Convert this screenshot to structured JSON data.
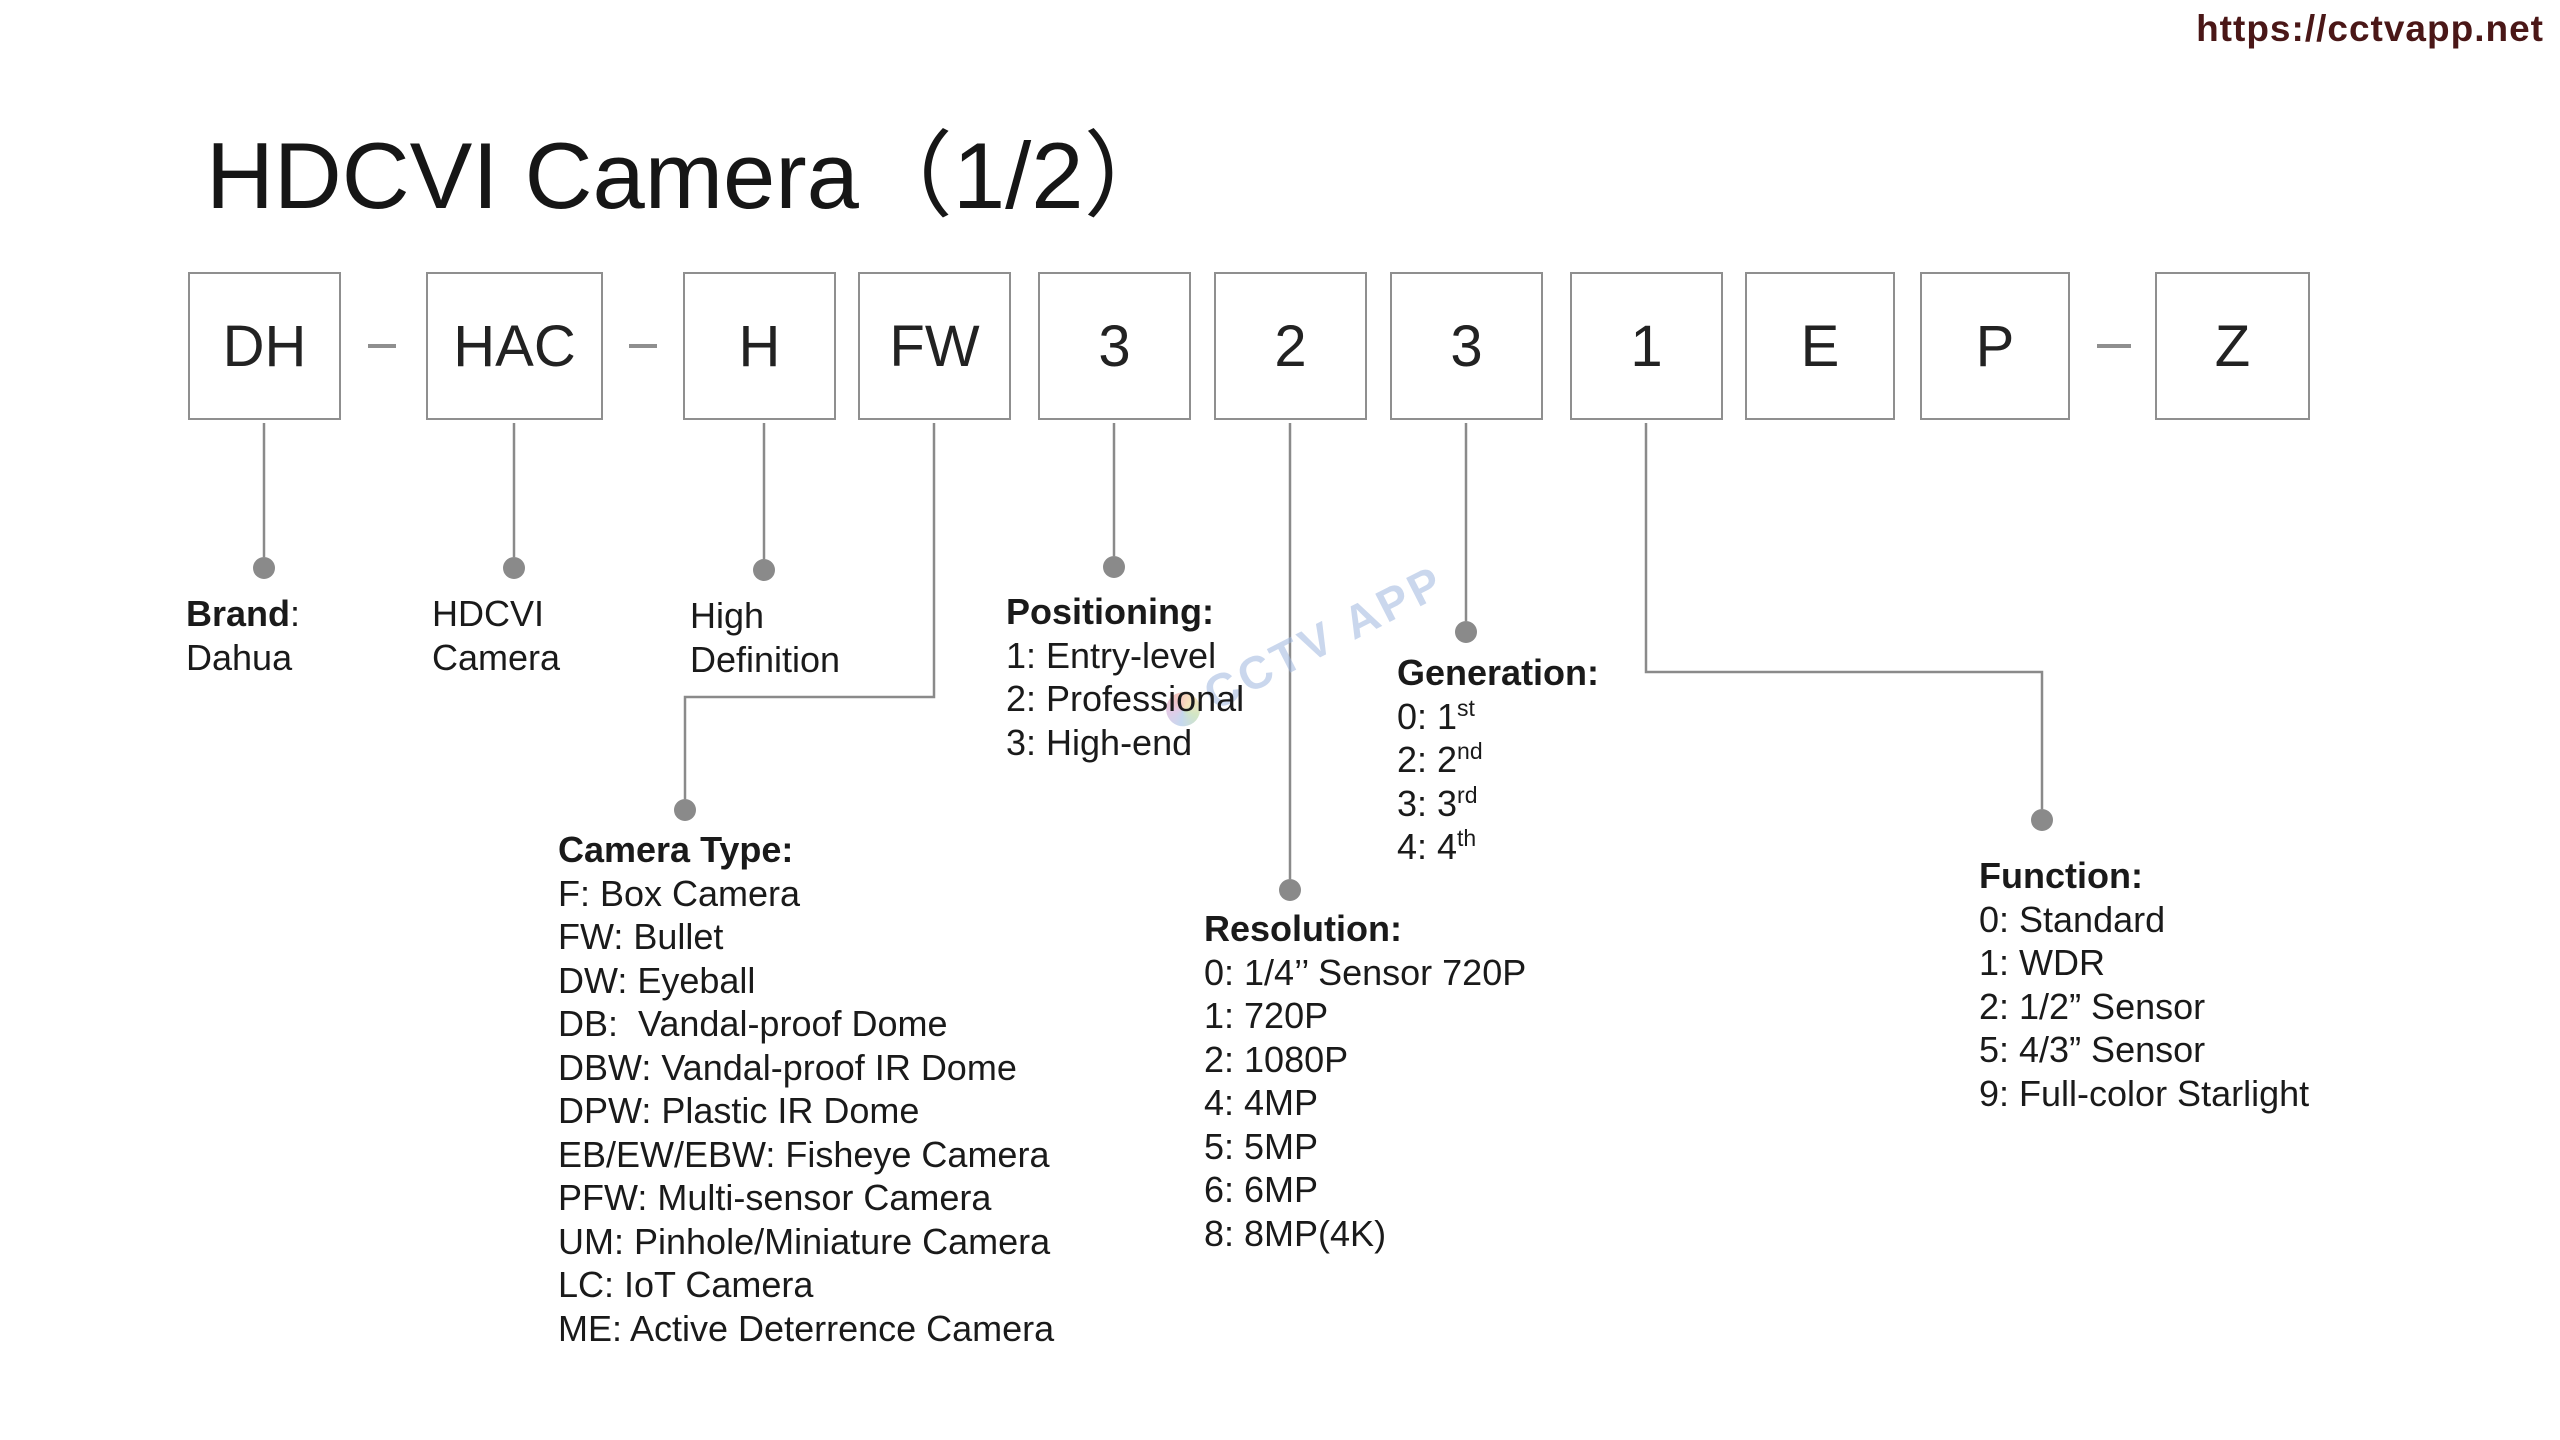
{
  "page": {
    "url": "https://cctvapp.net",
    "title": "HDCVI Camera（1/2）",
    "watermark": "CCTV APP"
  },
  "colors": {
    "box_border": "#8f8f8f",
    "connector": "#8a8a8a",
    "url_text": "#4a1717",
    "body_text": "#1a1a1a",
    "watermark_text": "#9eb7de"
  },
  "code_boxes": [
    {
      "label": "DH"
    },
    {
      "label": "HAC"
    },
    {
      "label": "H"
    },
    {
      "label": "FW"
    },
    {
      "label": "3"
    },
    {
      "label": "2"
    },
    {
      "label": "3"
    },
    {
      "label": "1"
    },
    {
      "label": "E"
    },
    {
      "label": "P"
    },
    {
      "label": "Z"
    }
  ],
  "blocks": {
    "brand": {
      "heading_bold": "Brand",
      "heading_rest": ":",
      "value": "Dahua"
    },
    "hdcvi": {
      "line1": "HDCVI",
      "line2": "Camera"
    },
    "high_definition": {
      "line1": "High",
      "line2": "Definition"
    },
    "positioning": {
      "heading": "Positioning:",
      "items": [
        "1: Entry-level",
        "2: Professional",
        "3: High-end"
      ]
    },
    "camera_type": {
      "heading": "Camera Type:",
      "items": [
        "F: Box Camera",
        "FW: Bullet",
        "DW: Eyeball",
        "DB:  Vandal-proof Dome",
        "DBW: Vandal-proof IR Dome",
        "DPW: Plastic IR Dome",
        "EB/EW/EBW: Fisheye Camera",
        "PFW: Multi-sensor Camera",
        "UM: Pinhole/Miniature Camera",
        "LC: IoT Camera",
        "ME: Active Deterrence Camera"
      ]
    },
    "resolution": {
      "heading": "Resolution:",
      "items": [
        "0: 1/4’’ Sensor 720P",
        "1: 720P",
        "2: 1080P",
        "4: 4MP",
        "5: 5MP",
        "6: 6MP",
        "8: 8MP(4K)"
      ]
    },
    "generation": {
      "heading": "Generation:",
      "items": [
        {
          "base": "0: 1",
          "sup": "st"
        },
        {
          "base": "2: 2",
          "sup": "nd"
        },
        {
          "base": "3: 3",
          "sup": "rd"
        },
        {
          "base": "4: 4",
          "sup": "th"
        }
      ]
    },
    "function": {
      "heading": "Function:",
      "items": [
        "0: Standard",
        "1: WDR",
        "2: 1/2” Sensor",
        "5: 4/3” Sensor",
        "9: Full-color Starlight"
      ]
    }
  }
}
